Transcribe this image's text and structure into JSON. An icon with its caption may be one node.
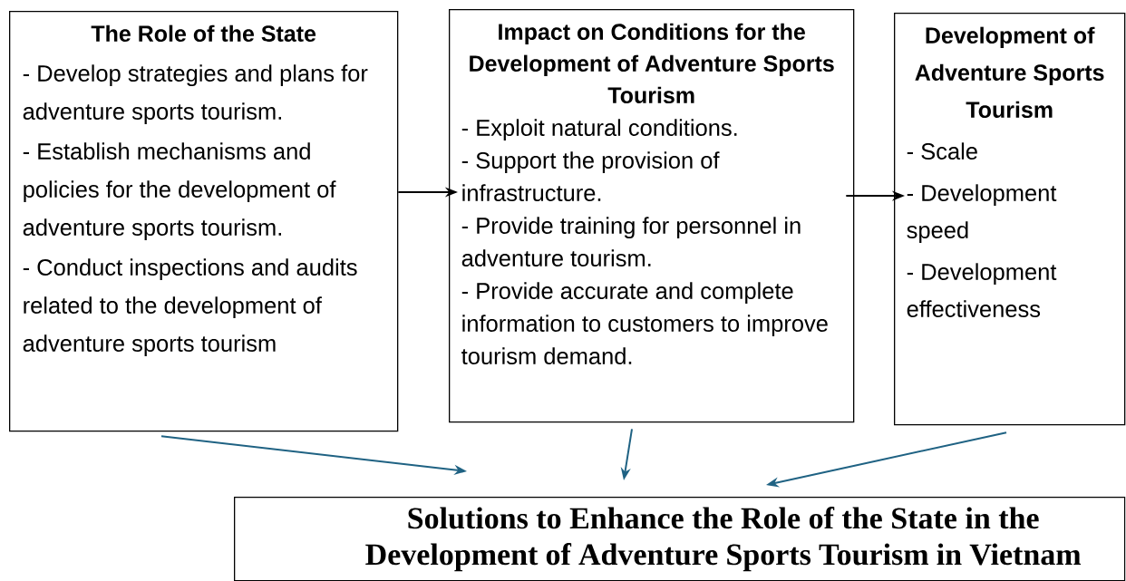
{
  "diagram": {
    "nodes": [
      {
        "text": [
          "The Role of the State",
          "- Develop strategies and plans for adventure sports tourism.",
          "- Establish mechanisms and policies for the development of adventure sports tourism.",
          "- Conduct inspections and audits related to the development of adventure sports tourism"
        ]
      },
      {
        "text": [
          "Impact on Conditions for the Development of Adventure Sports Tourism",
          "- Exploit natural conditions.",
          "- Support the provision of infrastructure.",
          "- Provide training for personnel in adventure tourism.",
          "- Provide accurate and complete information to customers to improve tourism demand."
        ]
      },
      {
        "text": [
          "Development of Adventure Sports Tourism",
          "- Scale",
          "- Development speed",
          "- Development effectiveness"
        ]
      },
      {
        "text": [
          "Solutions to Enhance the Role of the State in the Development of Adventure Sports Tourism in Vietnam"
        ]
      }
    ],
    "edges": [
      {
        "from": 0,
        "to": 1,
        "arrow": "to",
        "color": "#000000"
      },
      {
        "from": 1,
        "to": 2,
        "arrow": "to",
        "color": "#000000"
      },
      {
        "from": 0,
        "to": 3,
        "arrow": "to"
      },
      {
        "from": 1,
        "to": 3,
        "arrow": "to"
      },
      {
        "from": 2,
        "to": 3,
        "arrow": "to"
      }
    ]
  }
}
